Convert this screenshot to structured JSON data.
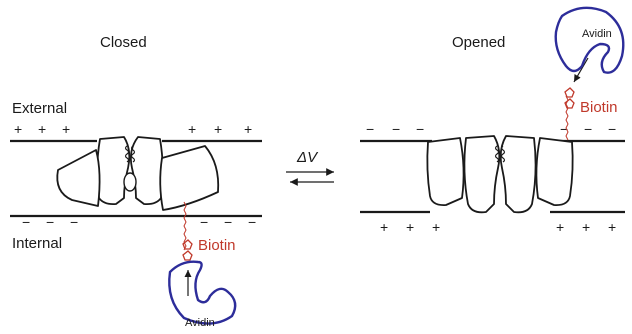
{
  "states": {
    "closed": "Closed",
    "opened": "Opened"
  },
  "sides": {
    "external": "External",
    "internal": "Internal"
  },
  "transition": {
    "label": "ΔV"
  },
  "labels": {
    "biotin": "Biotin",
    "avidin": "Avidin"
  },
  "charges": {
    "plus": "+",
    "minus": "−"
  },
  "colors": {
    "outline": "#1a1a1a",
    "biotin": "#c0392b",
    "avidin": "#2d2d9a"
  }
}
